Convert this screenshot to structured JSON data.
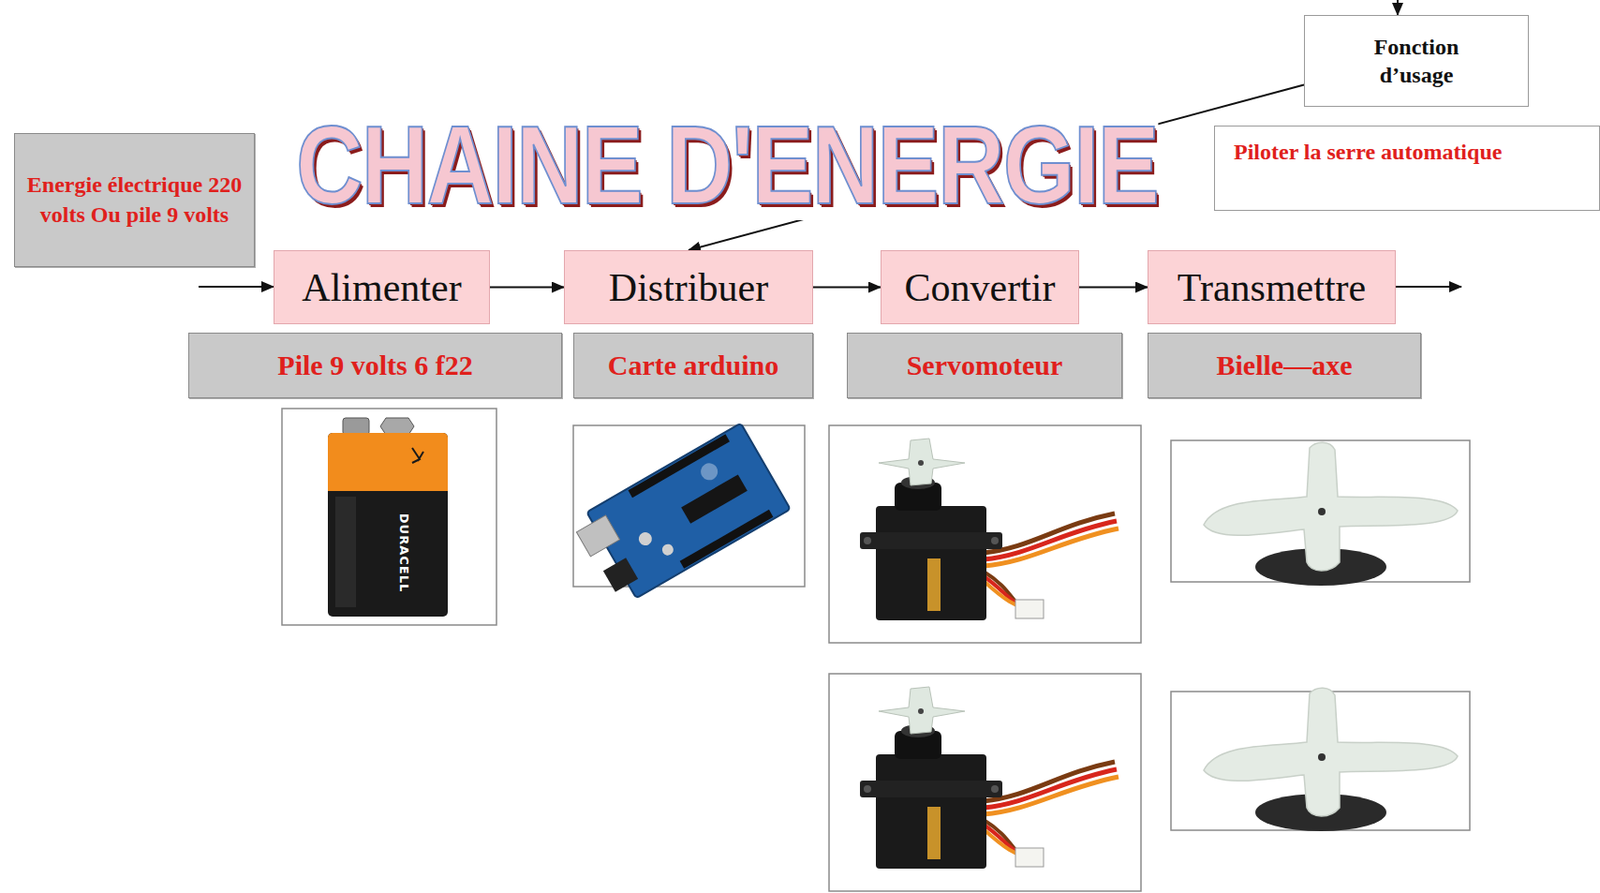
{
  "diagram": {
    "title": "CHAINE D'ENERGIE",
    "nodes": [
      {
        "text": [
          "Fonction d’usage"
        ]
      },
      {
        "text": [
          "Piloter la serre automatique"
        ]
      },
      {
        "text": [
          "Energie électrique 220 volts Ou pile 9 volts"
        ]
      },
      {
        "text": [
          "Alimenter"
        ]
      },
      {
        "text": [
          "Distribuer"
        ]
      },
      {
        "text": [
          "Convertir"
        ]
      },
      {
        "text": [
          "Transmettre"
        ]
      },
      {
        "text": [
          "Pile 9 volts 6 f22"
        ]
      },
      {
        "text": [
          "Carte arduino"
        ]
      },
      {
        "text": [
          "Servomoteur"
        ]
      },
      {
        "text": [
          "Bielle—axe"
        ]
      }
    ],
    "edges": [
      {
        "from": 0,
        "to": 4,
        "arrow": "to"
      },
      {
        "from": 3,
        "to": 4,
        "arrow": "to"
      },
      {
        "from": 4,
        "to": 5,
        "arrow": "to"
      },
      {
        "from": 5,
        "to": 6,
        "arrow": "to"
      }
    ],
    "labels": [
      "DURACELL"
    ]
  }
}
